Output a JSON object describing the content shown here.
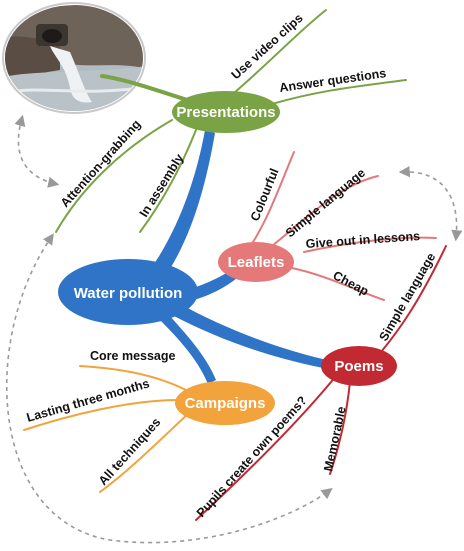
{
  "center": {
    "label": "Water pollution",
    "color": "#2f74c6"
  },
  "branches": [
    {
      "label": "Presentations",
      "color": "#7aa345",
      "items": [
        "Use video clips",
        "Answer questions",
        "Attention-grabbing",
        "In assembly"
      ]
    },
    {
      "label": "Leaflets",
      "color": "#e57878",
      "items": [
        "Colourful",
        "Simple language",
        "Give out in lessons",
        "Cheap"
      ]
    },
    {
      "label": "Poems",
      "color": "#c12a33",
      "items": [
        "Simple language",
        "Memorable",
        "Pupils create own poems?"
      ]
    },
    {
      "label": "Campaigns",
      "color": "#f3a33c",
      "items": [
        "Core message",
        "Lasting three months",
        "All techniques"
      ]
    }
  ],
  "connector_color": "#999999",
  "photo": {
    "icon": "sewage-outfall-photo"
  }
}
